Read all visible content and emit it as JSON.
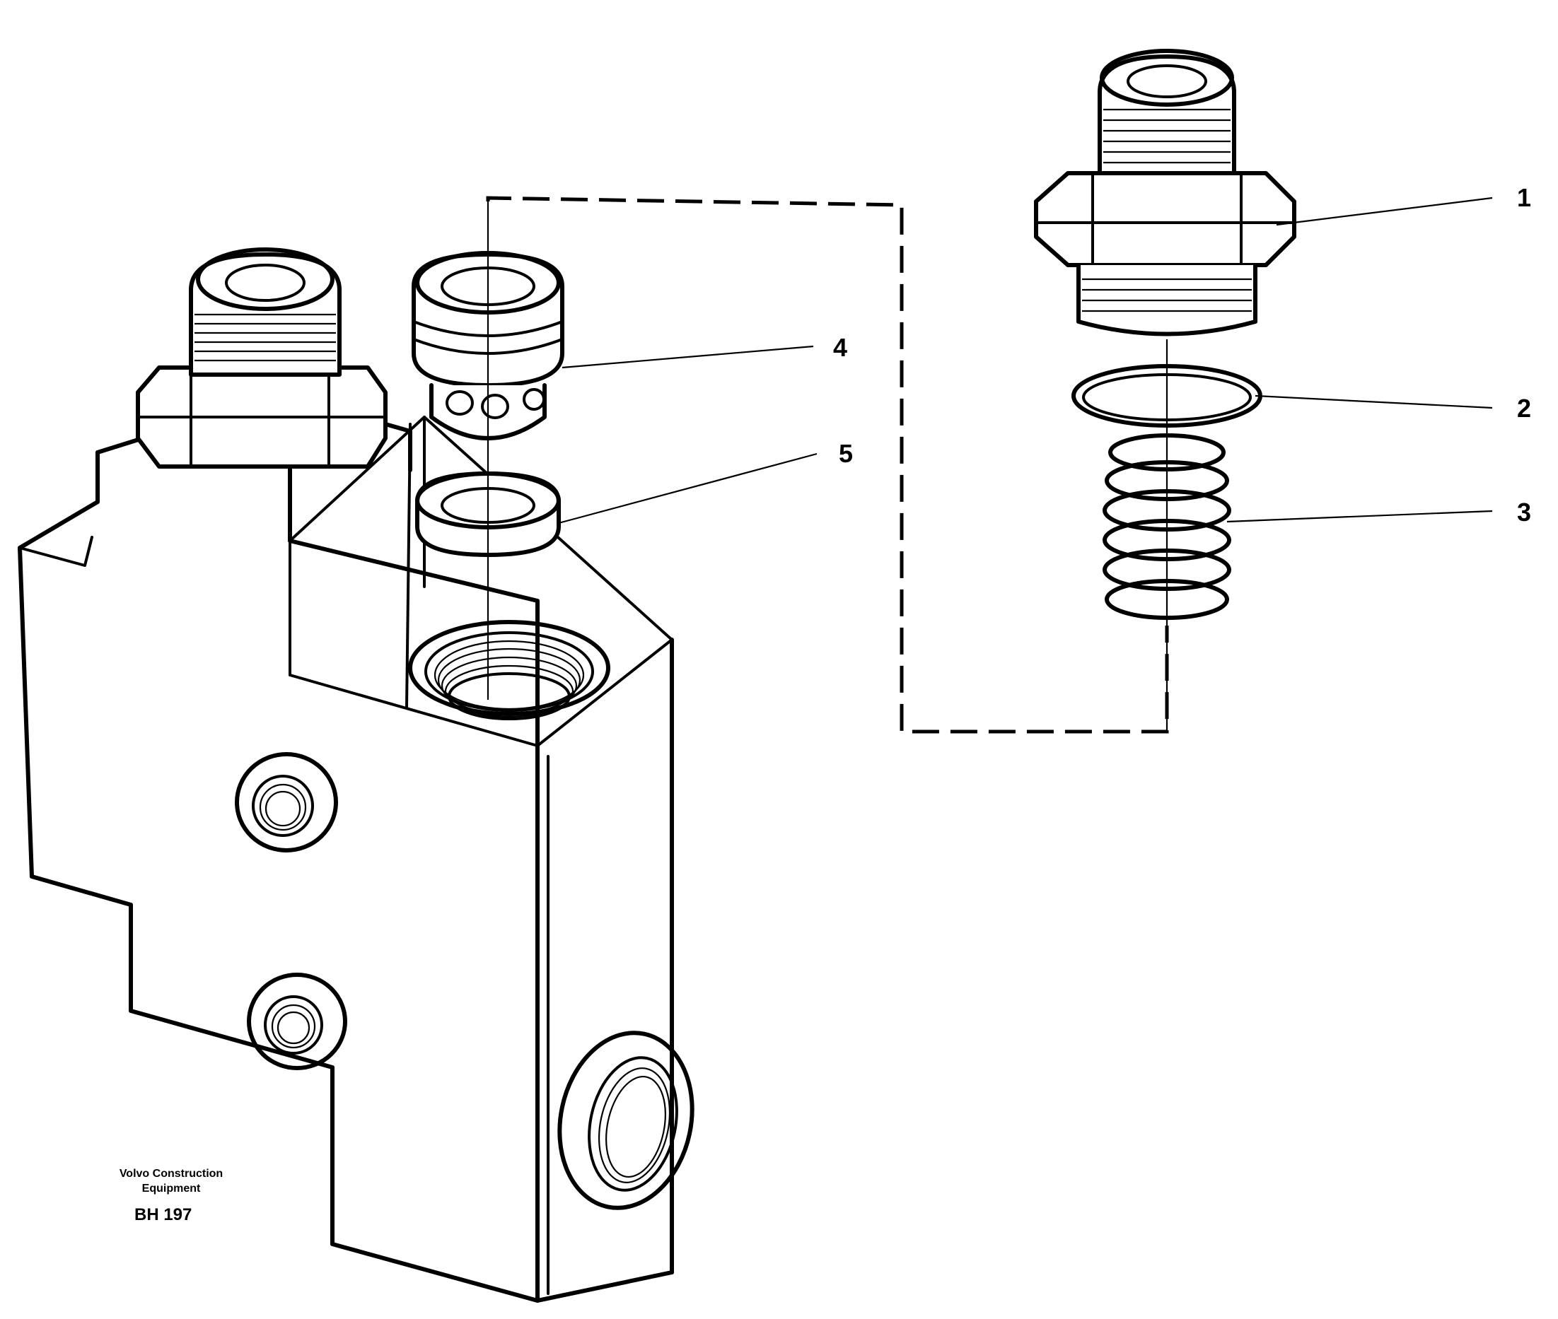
{
  "callouts": [
    {
      "label": "1",
      "part": "connector-nipple"
    },
    {
      "label": "2",
      "part": "o-ring"
    },
    {
      "label": "3",
      "part": "spring"
    },
    {
      "label": "4",
      "part": "valve-poppet"
    },
    {
      "label": "5",
      "part": "valve-seat"
    }
  ],
  "publisher": {
    "line1": "Volvo Construction",
    "line2": "Equipment"
  },
  "drawing_id": "BH 197"
}
